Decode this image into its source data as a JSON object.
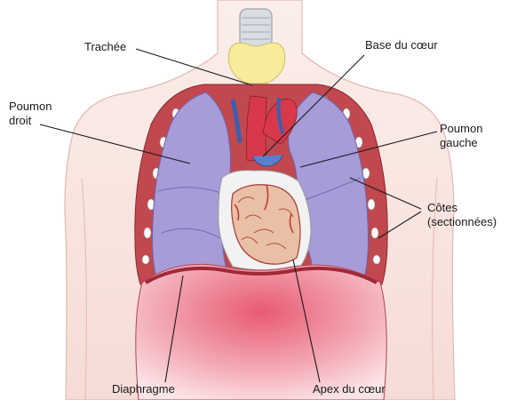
{
  "labels": {
    "trachee": "Trachée",
    "base_du_coeur": "Base du cœur",
    "poumon_droit_line1": "Poumon",
    "poumon_droit_line2": "droit",
    "poumon_gauche_line1": "Poumon",
    "poumon_gauche_line2": "gauche",
    "cotes_line1": "Côtes",
    "cotes_line2": "(sectionnées)",
    "diaphragme": "Diaphragme",
    "apex_du_coeur": "Apex du cœur"
  },
  "colors": {
    "skin": "#f6dcd6",
    "skin_outline": "#e2b9b0",
    "lung": "#a79bd8",
    "lung_dark": "#8578c2",
    "pleura": "#c0484e",
    "heart": "#d8394a",
    "heart_muscle": "#e9c0a6",
    "pericardium": "#f2f2f2",
    "thyroid": "#f7ec9a",
    "trachea": "#d9dde2",
    "diaphragm": "#ee9aa8",
    "rib": "#ffffff",
    "leader_line": "#1a1a1a"
  }
}
